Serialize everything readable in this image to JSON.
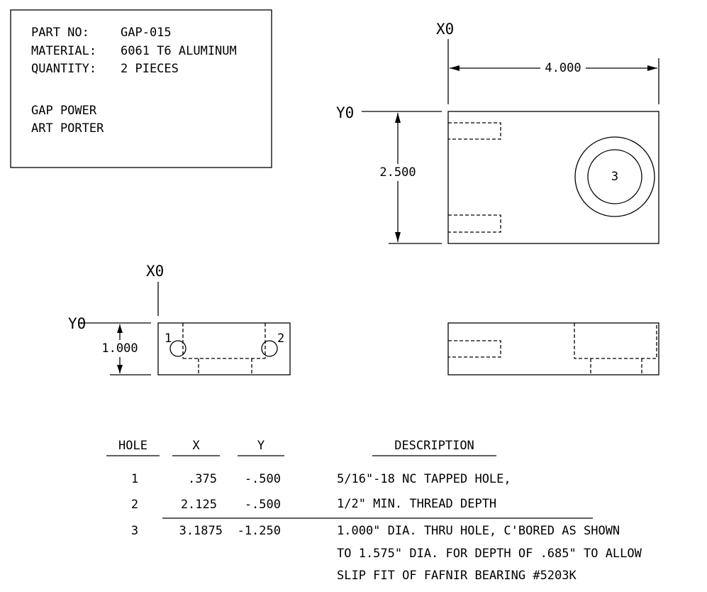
{
  "title_block": {
    "part_no_label": "PART NO:",
    "part_no": "GAP-015",
    "material_label": "MATERIAL:",
    "material": "6061 T6 ALUMINUM",
    "quantity_label": "QUANTITY:",
    "quantity": "2 PIECES",
    "company": "GAP POWER",
    "drafter": "ART PORTER"
  },
  "top_view": {
    "x0_label": "X0",
    "y0_label": "Y0",
    "width_dim": "4.000",
    "height_dim": "2.500",
    "hole_callout": "3"
  },
  "front_view": {
    "x0_label": "X0",
    "y0_label": "Y0",
    "height_dim": "1.000",
    "hole1_label": "1",
    "hole2_label": "2"
  },
  "hole_table": {
    "headers": {
      "hole": "HOLE",
      "x": "X",
      "y": "Y",
      "description": "DESCRIPTION"
    },
    "rows": [
      {
        "hole": "1",
        "x": ".375",
        "y": "-.500",
        "description": [
          "5/16\"-18 NC TAPPED HOLE,"
        ]
      },
      {
        "hole": "2",
        "x": "2.125",
        "y": "-.500",
        "description": [
          "1/2\" MIN. THREAD DEPTH"
        ]
      },
      {
        "hole": "3",
        "x": "3.1875",
        "y": "-1.250",
        "description": [
          "1.000\" DIA. THRU HOLE, C'BORED AS SHOWN",
          "TO 1.575\" DIA. FOR DEPTH OF .685\" TO ALLOW",
          "SLIP FIT OF FAFNIR BEARING #5203K"
        ]
      }
    ]
  }
}
